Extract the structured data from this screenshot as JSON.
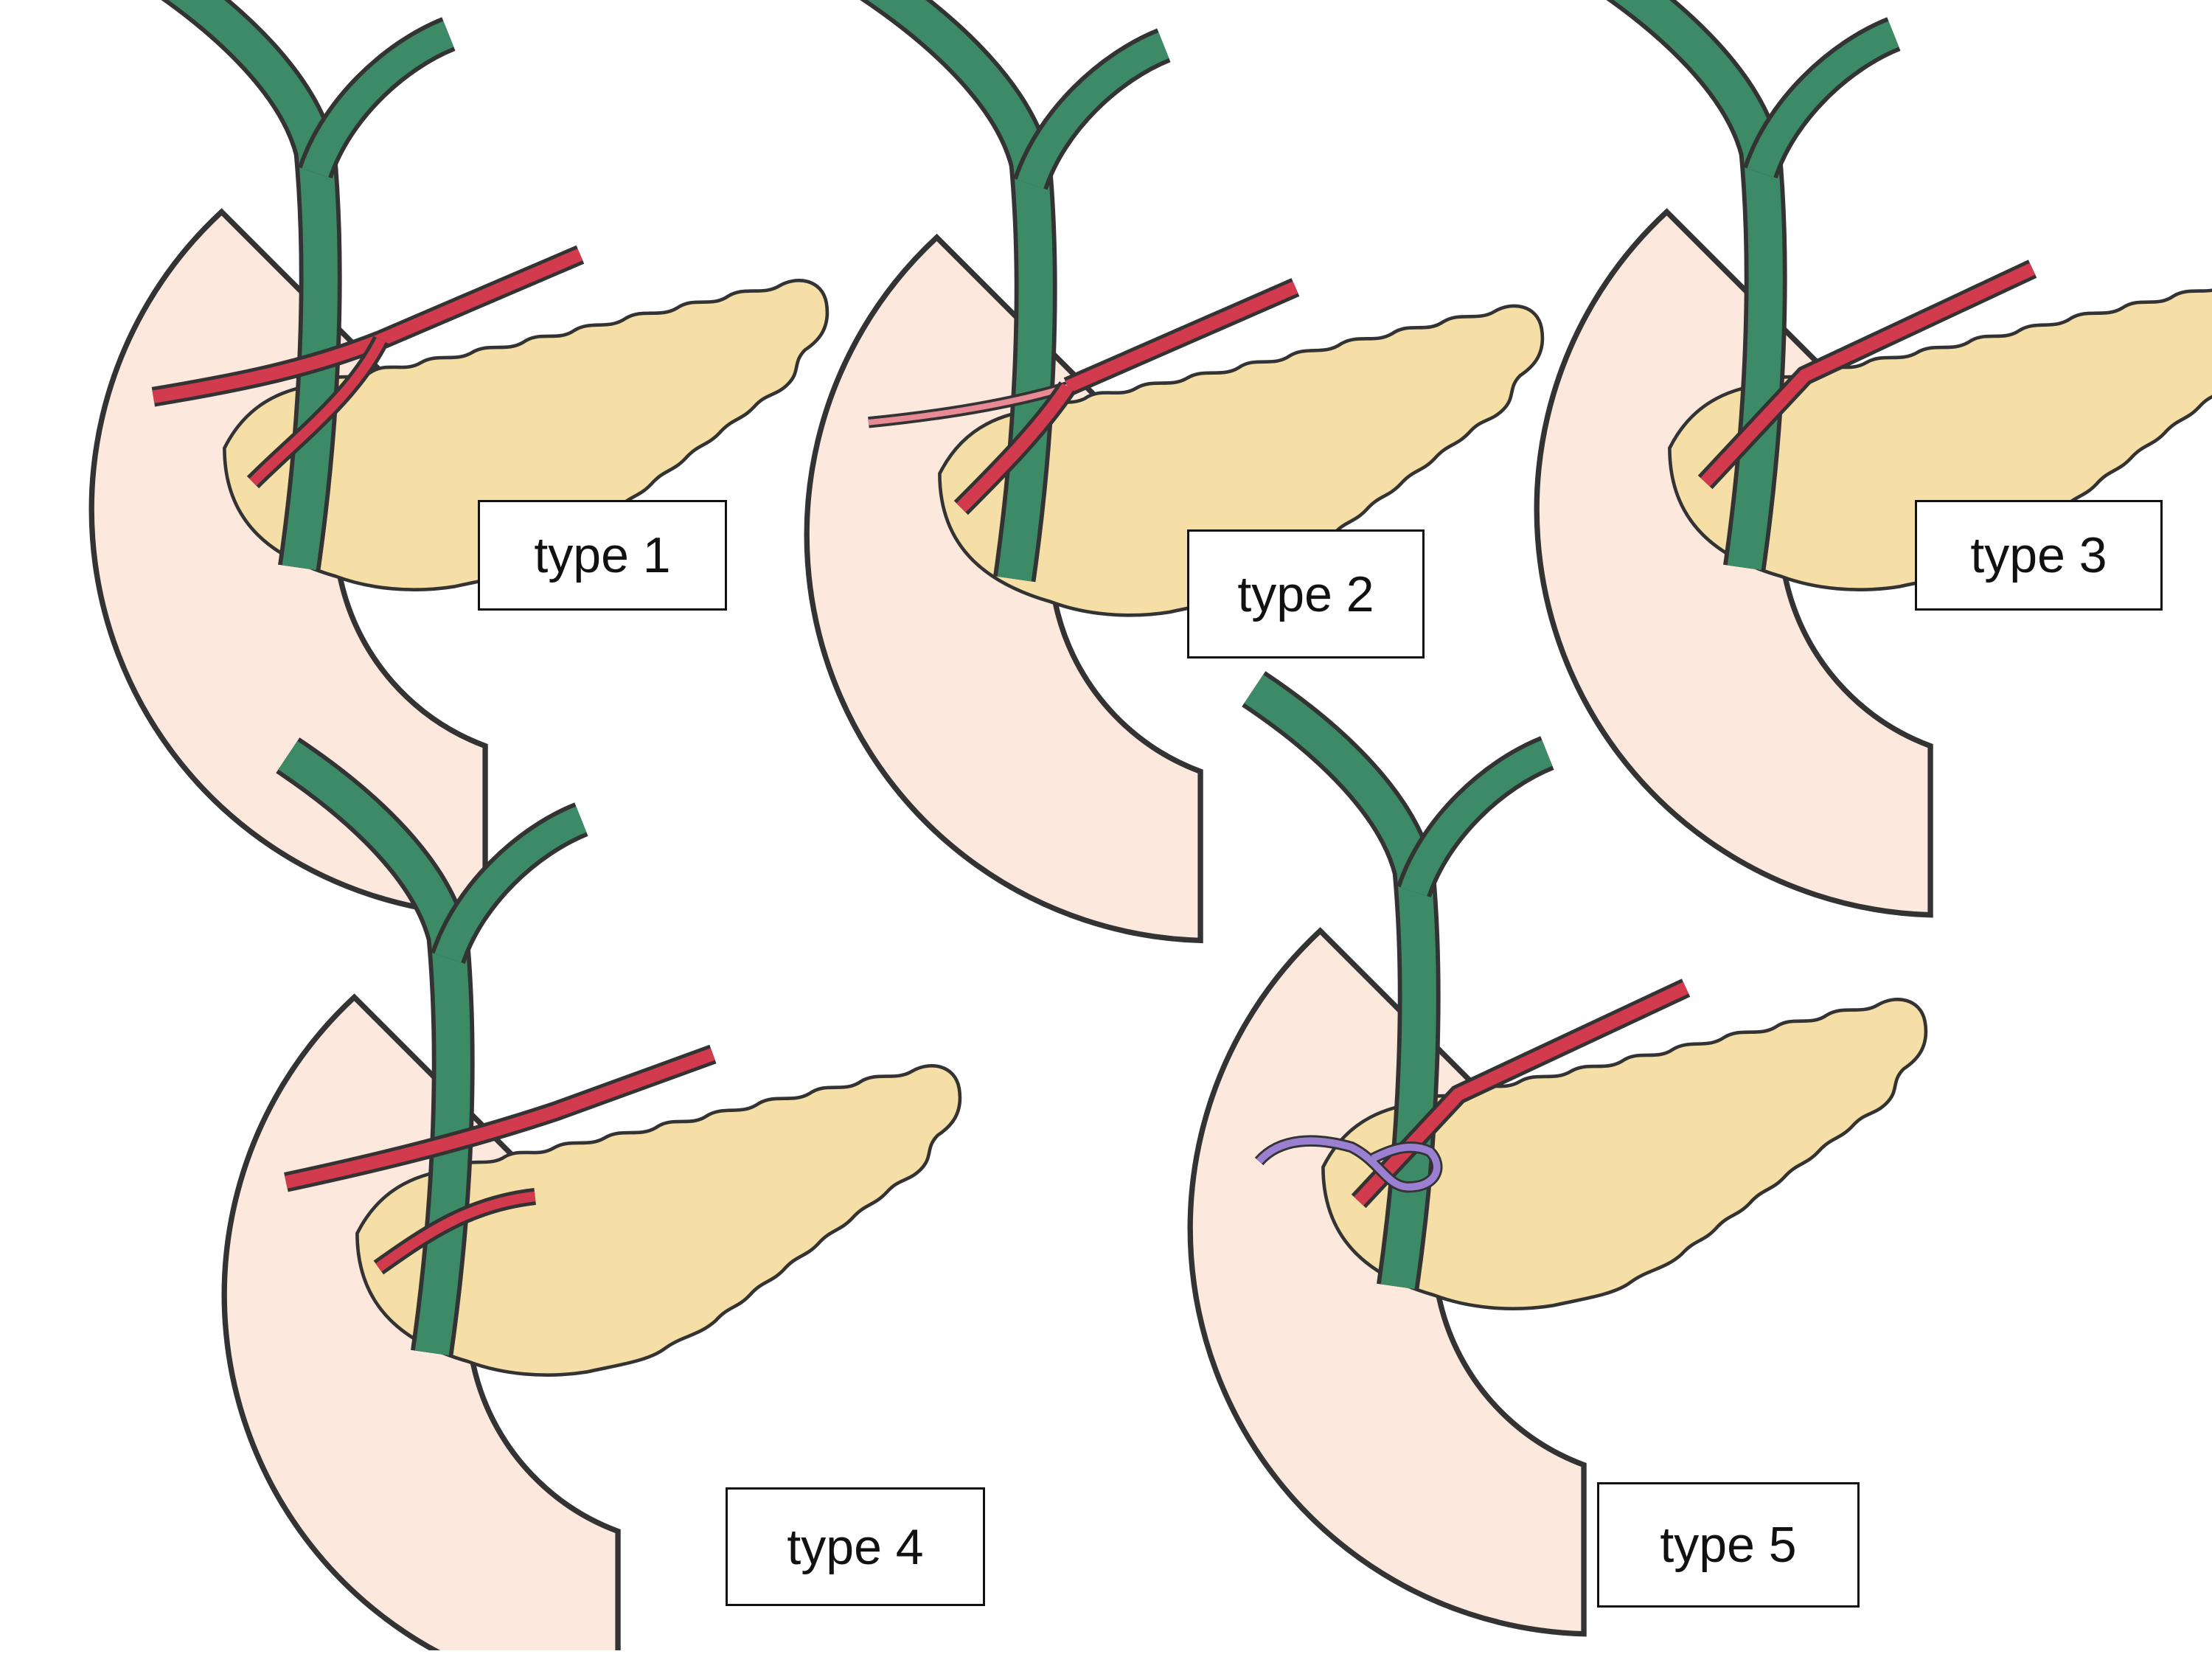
{
  "colors": {
    "bile_duct": "#3d8a66",
    "pancreatic_duct": "#d23a4d",
    "pancreas": "#f5dfa6",
    "duodenum": "#fde8de",
    "loop_vessel": "#9b7fd0",
    "outline": "#333333"
  },
  "panels": [
    {
      "label": "type 1"
    },
    {
      "label": "type 2"
    },
    {
      "label": "type 3"
    },
    {
      "label": "type 4"
    },
    {
      "label": "type 5"
    }
  ]
}
